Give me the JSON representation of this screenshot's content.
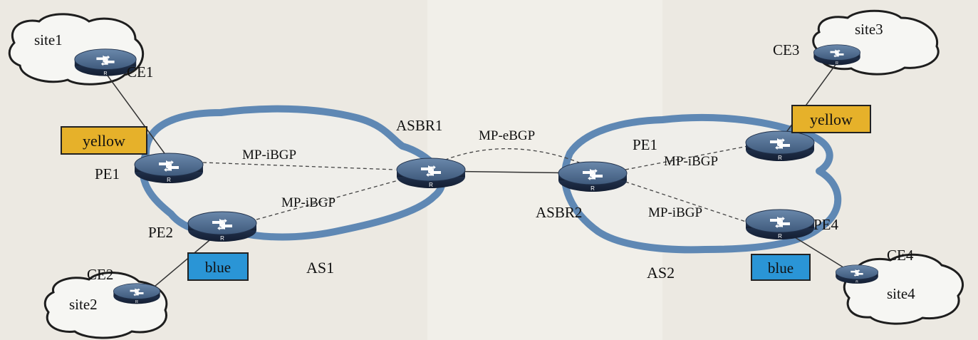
{
  "colors": {
    "background": "#ece9e2",
    "cloud_fill": "#f4f4f1",
    "cloud_stroke": "#1e1e1e",
    "as_cloud_stroke": "#5f88b4",
    "router_top": "#4d6a8c",
    "router_side": "#1d2f4a",
    "vrf_yellow": "#e6b12a",
    "vrf_blue": "#2a95d6"
  },
  "sites": {
    "site1": "site1",
    "site2": "site2",
    "site3": "site3",
    "site4": "site4"
  },
  "routers": {
    "ce1": "CE1",
    "ce2": "CE2",
    "ce3": "CE3",
    "ce4": "CE4",
    "pe1_left": "PE1",
    "pe2": "PE2",
    "asbr1": "ASBR1",
    "asbr2": "ASBR2",
    "pe1_right": "PE1",
    "pe4": "PE4",
    "router_badge": "R"
  },
  "vrfs": {
    "yellow_left": "yellow",
    "blue_left": "blue",
    "yellow_right": "yellow",
    "blue_right": "blue"
  },
  "sessions": {
    "as1_pe1_asbr1": "MP-iBGP",
    "as1_pe2_asbr1": "MP-iBGP",
    "asbr1_asbr2": "MP-eBGP",
    "as2_asbr2_pe1": "MP-iBGP",
    "as2_asbr2_pe4": "MP-iBGP"
  },
  "autonomous_systems": {
    "as1": "AS1",
    "as2": "AS2"
  }
}
